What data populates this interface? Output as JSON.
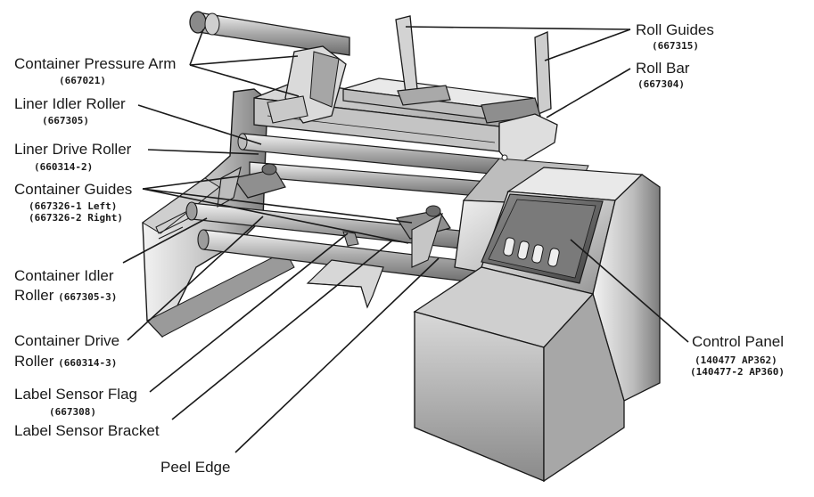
{
  "labels": {
    "container_pressure_arm": {
      "name": "Container Pressure Arm",
      "part": "(667021)"
    },
    "liner_idler_roller": {
      "name": "Liner Idler Roller",
      "part": "(667305)"
    },
    "liner_drive_roller": {
      "name": "Liner Drive Roller",
      "part": "(660314-2)"
    },
    "container_guides": {
      "name": "Container Guides",
      "part_left": "(667326-1 Left)",
      "part_right": "(667326-2 Right)"
    },
    "container_idler_roller": {
      "name_line1": "Container Idler",
      "name_line2": "Roller",
      "part": "(667305-3)"
    },
    "container_drive_roller": {
      "name_line1": "Container Drive",
      "name_line2": "Roller",
      "part": "(660314-3)"
    },
    "label_sensor_flag": {
      "name": "Label Sensor Flag",
      "part": "(667308)"
    },
    "label_sensor_bracket": {
      "name": "Label Sensor Bracket"
    },
    "peel_edge": {
      "name": "Peel Edge"
    },
    "roll_guides": {
      "name": "Roll Guides",
      "part": "(667315)"
    },
    "roll_bar": {
      "name": "Roll Bar",
      "part": "(667304)"
    },
    "control_panel": {
      "name": "Control Panel",
      "part_1": "(140477 AP362)",
      "part_2": "(140477-2 AP360)"
    }
  },
  "colors": {
    "line": "#1a1a1a",
    "metal_light": "#e4e4e4",
    "metal_mid": "#b9b9b9",
    "metal_dark": "#7a7a7a",
    "panel_dark": "#5a5a5a"
  }
}
